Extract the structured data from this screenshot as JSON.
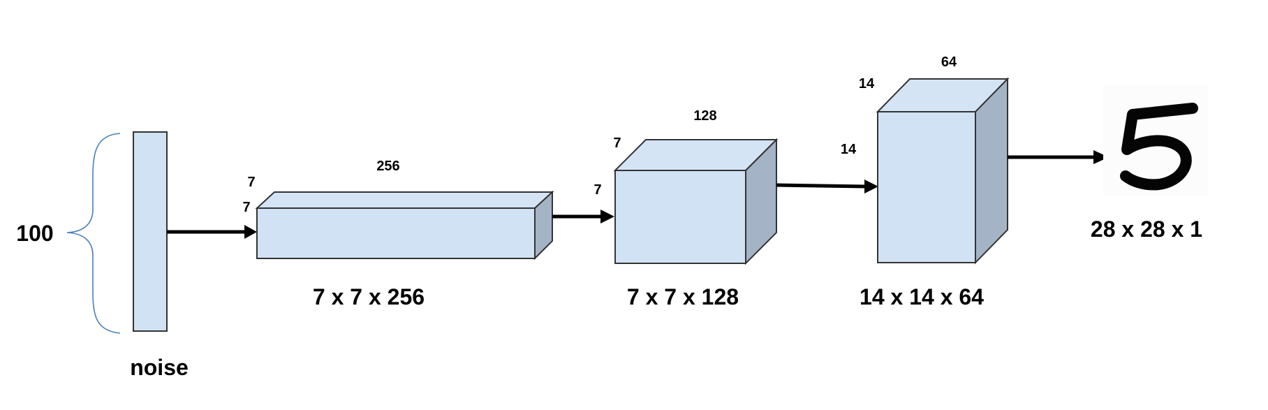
{
  "input": {
    "size_label": "100",
    "name": "noise"
  },
  "blocks": [
    {
      "height_label": "7",
      "depth_label": "7",
      "width_label": "256",
      "shape_label": "7 x 7 x 256"
    },
    {
      "height_label": "7",
      "depth_label": "7",
      "width_label": "128",
      "shape_label": "7 x 7 x 128"
    },
    {
      "height_label": "14",
      "depth_label": "14",
      "width_label": "64",
      "shape_label": "14 x 14 x 64"
    }
  ],
  "output": {
    "digit": "5",
    "shape_label": "28 x 28 x 1"
  },
  "colors": {
    "face": "#d0e2f3",
    "side": "#a4b4c6",
    "brace": "#4a7ebb",
    "outline": "#333333"
  },
  "icons": {
    "input_brace": "curly-brace",
    "output_image": "handwritten-digit"
  }
}
